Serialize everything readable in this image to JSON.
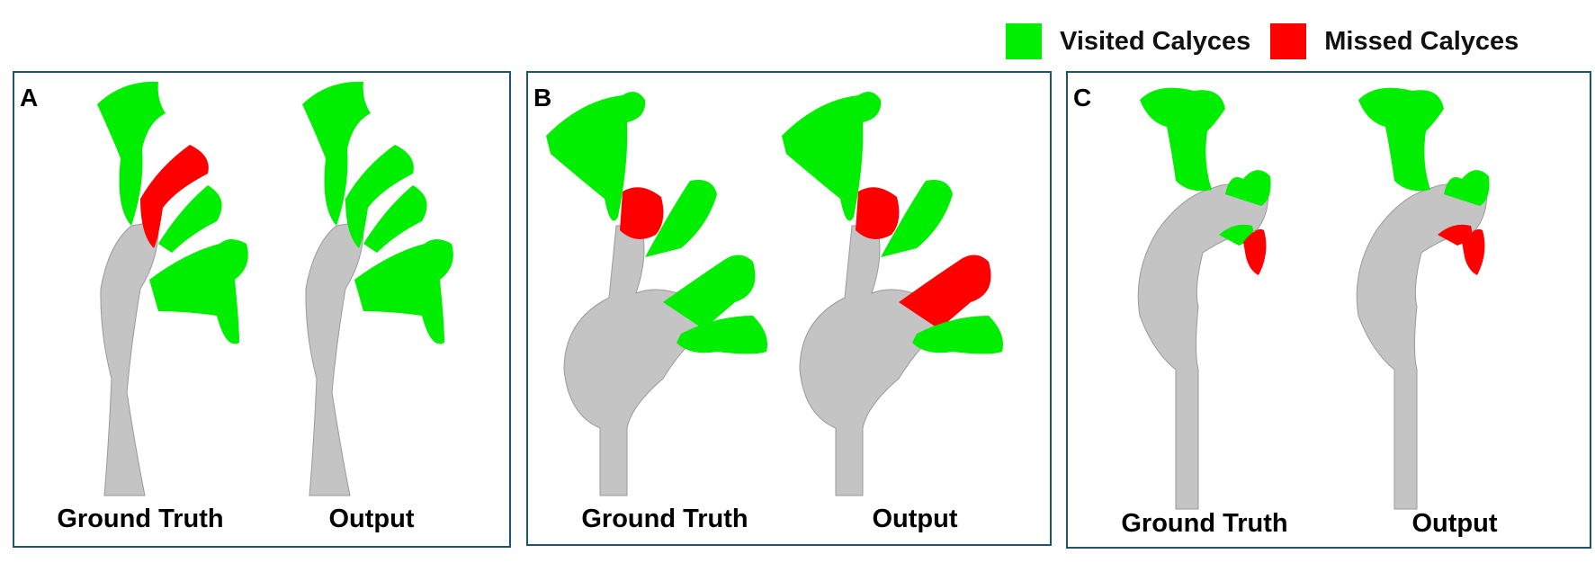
{
  "legend": {
    "visited": {
      "label": "Visited Calyces",
      "color": "#00ee00"
    },
    "missed": {
      "label": "Missed Calyces",
      "color": "#ff0000"
    }
  },
  "tissue_color": "#c4c4c4",
  "panels": [
    {
      "letter": "A",
      "left_caption": "Ground Truth",
      "right_caption": "Output"
    },
    {
      "letter": "B",
      "left_caption": "Ground Truth",
      "right_caption": "Output"
    },
    {
      "letter": "C",
      "left_caption": "Ground Truth",
      "right_caption": "Output"
    }
  ]
}
